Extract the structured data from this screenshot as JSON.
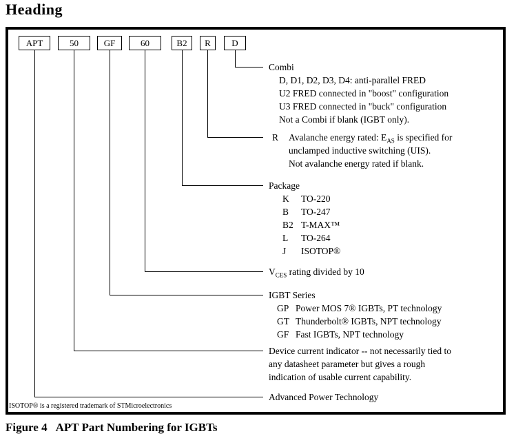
{
  "colors": {
    "ink": "#000000",
    "paper": "#ffffff"
  },
  "heading": "Heading",
  "part_code_boxes": [
    "APT",
    "50",
    "GF",
    "60",
    "B2",
    "R",
    "D"
  ],
  "legend": {
    "combi": {
      "title": "Combi",
      "items": [
        "D, D1, D2, D3, D4: anti-parallel FRED",
        "U2  FRED connected in \"boost\" configuration",
        "U3  FRED connected in \"buck\" configuration",
        "Not a Combi if blank (IGBT only)."
      ]
    },
    "avalanche": {
      "code": "R",
      "line1_pre": "Avalanche energy rated: E",
      "line1_sub": "AS",
      "line1_post": " is specified for",
      "line2": "unclamped inductive switching (UIS).",
      "line3": "Not avalanche energy rated if blank."
    },
    "package": {
      "title": "Package",
      "rows": [
        {
          "code": "K",
          "desc": "TO-220"
        },
        {
          "code": "B",
          "desc": "TO-247"
        },
        {
          "code": "B2",
          "desc": "T-MAX™"
        },
        {
          "code": "L",
          "desc": "TO-264"
        },
        {
          "code": "J",
          "desc": "ISOTOP®"
        }
      ]
    },
    "vces": {
      "pre": "V",
      "sub": "CES",
      "post": " rating divided by 10"
    },
    "igbt_series": {
      "title": "IGBT Series",
      "rows": [
        {
          "code": "GP",
          "desc": "Power MOS 7® IGBTs, PT technology"
        },
        {
          "code": "GT",
          "desc": "Thunderbolt® IGBTs, NPT technology"
        },
        {
          "code": "GF",
          "desc": "Fast IGBTs, NPT technology"
        }
      ]
    },
    "current_indicator": {
      "lines": [
        "Device current indicator -- not necessarily tied to",
        "any datasheet parameter but gives a rough",
        "indication of usable current capability."
      ]
    },
    "company": "Advanced Power Technology"
  },
  "footnote": "ISOTOP® is a registered trademark of STMicroelectronics",
  "figure_caption": {
    "prefix": "Figure 4",
    "title": "APT Part Numbering for IGBTs"
  }
}
